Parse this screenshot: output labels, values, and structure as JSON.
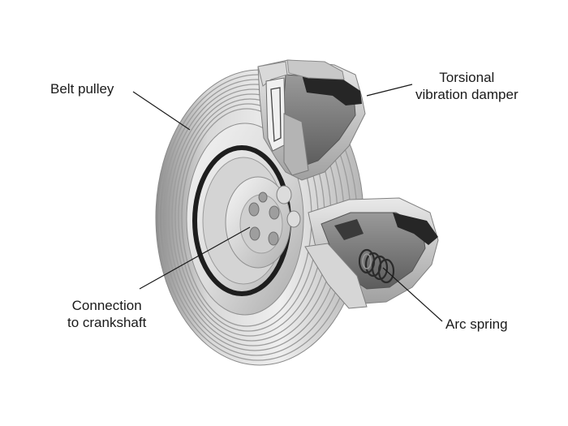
{
  "labels": {
    "belt_pulley": "Belt pulley",
    "torsional_damper": [
      "Torsional",
      "vibration damper"
    ],
    "connection": [
      "Connection",
      "to crankshaft"
    ],
    "arc_spring": "Arc spring"
  },
  "colors": {
    "background": "#ffffff",
    "metal_light": "#e6e6e6",
    "metal_mid": "#bdbdbd",
    "metal_dark": "#7a7a7a",
    "rubber_black": "#1e1e1e",
    "leader_line": "#1a1a1a"
  }
}
